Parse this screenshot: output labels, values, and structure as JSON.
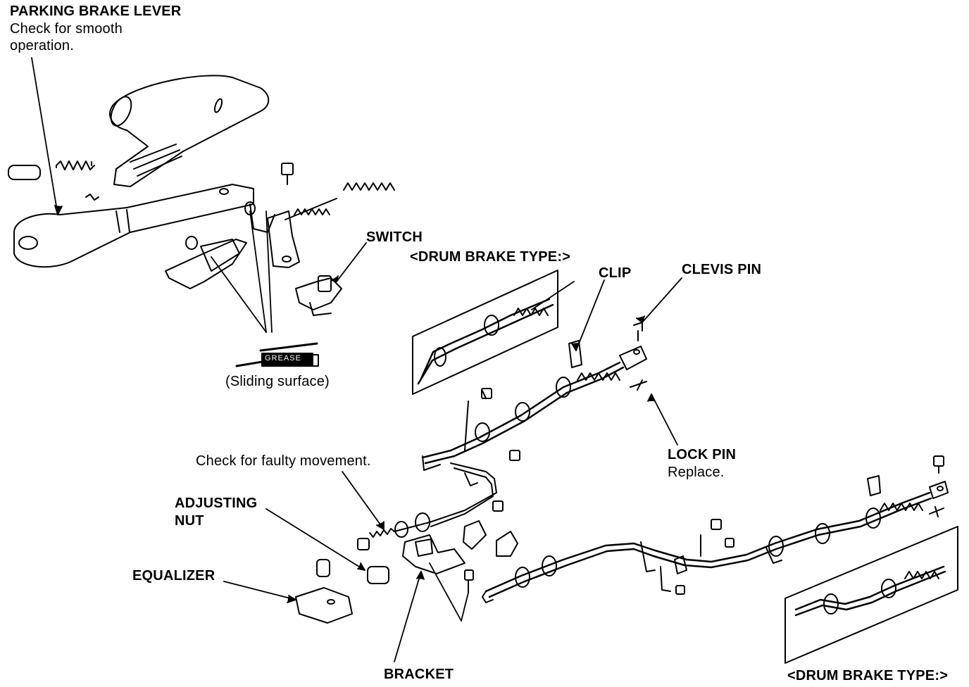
{
  "labels": {
    "parking_brake_lever": "PARKING BRAKE LEVER",
    "parking_brake_lever_note_1": "Check for smooth",
    "parking_brake_lever_note_2": "operation.",
    "switch": "SWITCH",
    "drum_brake_type_top": "<DRUM BRAKE TYPE:>",
    "clip": "CLIP",
    "clevis_pin": "CLEVIS PIN",
    "grease": "GREASE",
    "sliding_surface": "(Sliding surface)",
    "check_faulty_movement": "Check for faulty movement.",
    "lock_pin": "LOCK PIN",
    "lock_pin_note": "Replace.",
    "adjusting_nut_1": "ADJUSTING",
    "adjusting_nut_2": "NUT",
    "equalizer": "EQUALIZER",
    "bracket": "BRACKET",
    "drum_brake_type_bottom": "<DRUM BRAKE TYPE:>"
  },
  "colors": {
    "ink": "#000000",
    "paper": "#ffffff"
  }
}
